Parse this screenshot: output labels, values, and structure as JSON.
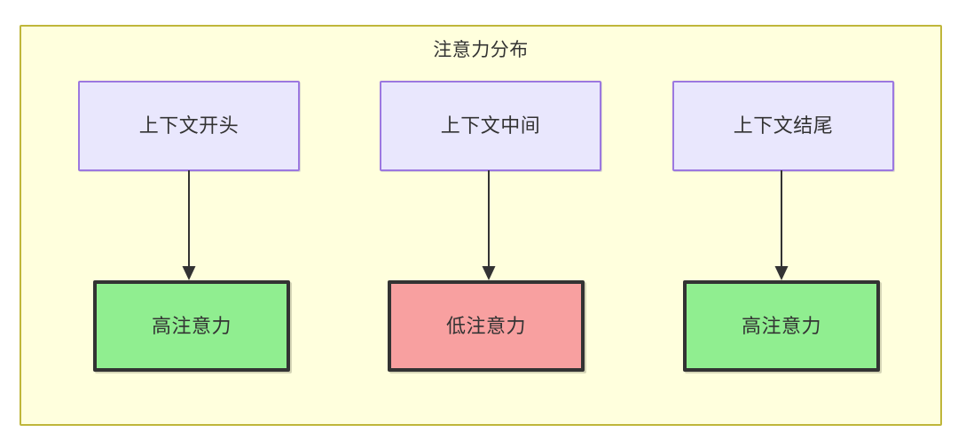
{
  "diagram": {
    "title": "注意力分布",
    "container": {
      "fill": "#ffffdd",
      "border_color": "#bfb63a"
    },
    "nodes": {
      "context": [
        {
          "id": "context-start",
          "label": "上下文开头",
          "fill": "#e9e7fd",
          "border_color": "#9c78e0"
        },
        {
          "id": "context-middle",
          "label": "上下文中间",
          "fill": "#e9e7fd",
          "border_color": "#9c78e0"
        },
        {
          "id": "context-end",
          "label": "上下文结尾",
          "fill": "#e9e7fd",
          "border_color": "#9c78e0"
        }
      ],
      "outcomes": [
        {
          "id": "attention-high-start",
          "label": "高注意力",
          "fill": "#90ee90",
          "border_color": "#333333"
        },
        {
          "id": "attention-low-middle",
          "label": "低注意力",
          "fill": "#f8a0a0",
          "border_color": "#333333"
        },
        {
          "id": "attention-high-end",
          "label": "高注意力",
          "fill": "#90ee90",
          "border_color": "#333333"
        }
      ]
    },
    "edges": [
      {
        "from": "上下文开头",
        "to": "高注意力",
        "style": "arrow-down"
      },
      {
        "from": "上下文中间",
        "to": "低注意力",
        "style": "arrow-down"
      },
      {
        "from": "上下文结尾",
        "to": "高注意力",
        "style": "arrow-down"
      }
    ],
    "edge_color": "#333333"
  }
}
